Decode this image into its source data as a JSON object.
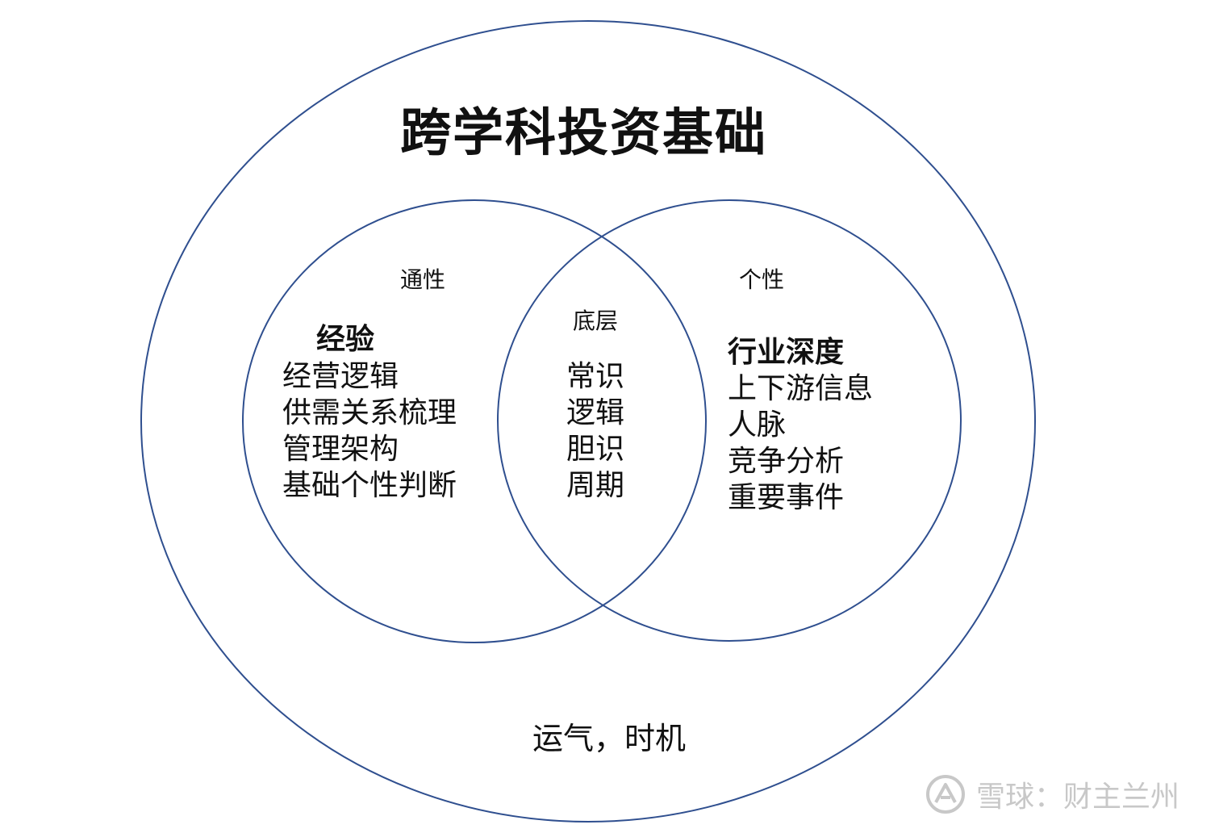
{
  "diagram": {
    "title": "跨学科投资基础",
    "left_circle": {
      "label": "通性",
      "heading": "经验",
      "items": [
        "经营逻辑",
        "供需关系梳理",
        "管理架构",
        "基础个性判断"
      ]
    },
    "intersection": {
      "label": "底层",
      "items": [
        "常识",
        "逻辑",
        "胆识",
        "周期"
      ]
    },
    "right_circle": {
      "label": "个性",
      "heading": "行业深度",
      "items": [
        "上下游信息",
        "人脉",
        "竞争分析",
        "重要事件"
      ]
    },
    "outer_footer": "运气，时机"
  },
  "watermark": {
    "text": "雪球：财主兰州",
    "logo_icon": "snowball-logo-icon"
  },
  "colors": {
    "circle_stroke": "#2f4f8f",
    "text": "#111111",
    "watermark": "#c8c8c8"
  }
}
